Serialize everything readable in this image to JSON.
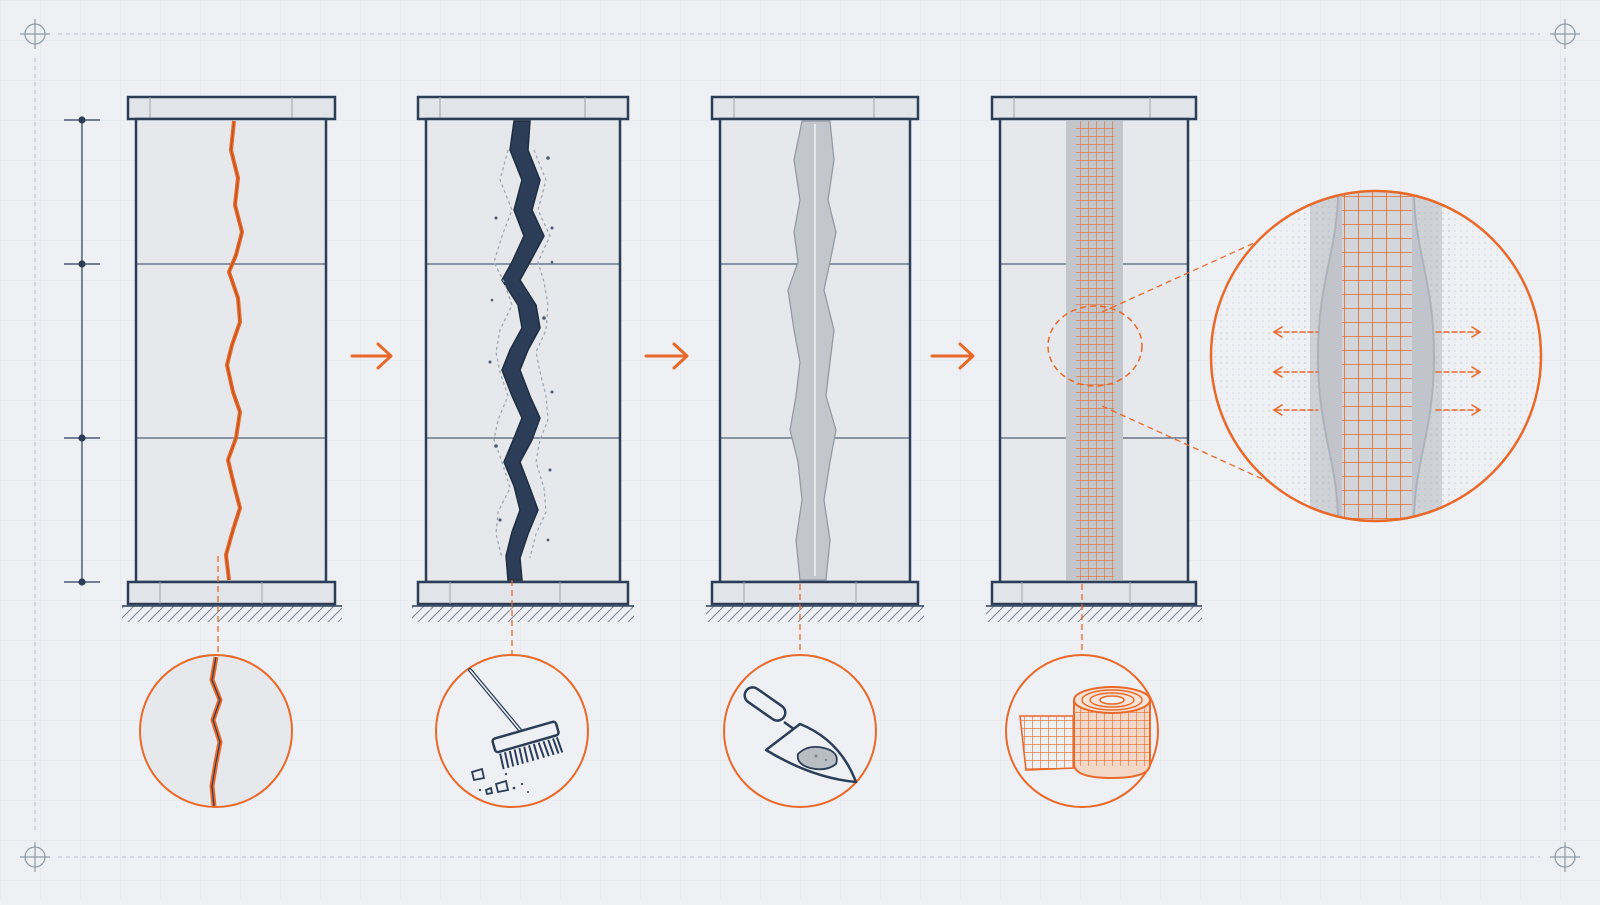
{
  "diagram": {
    "kind": "crack-repair-sequence",
    "colors": {
      "background": "#eef0f3",
      "grid": "#dfe3e9",
      "ink": "#2c3e57",
      "accent": "#e8692a",
      "wall_fill": "#e6e8eb",
      "filler": "#c3c7cc",
      "guide": "#b4bdc9"
    },
    "steps": [
      {
        "id": "crack",
        "detail_icon": "crack-detail-icon"
      },
      {
        "id": "clean",
        "detail_icon": "brush-icon"
      },
      {
        "id": "fill",
        "detail_icon": "trowel-icon"
      },
      {
        "id": "reinforce",
        "detail_icon": "mesh-roll-icon"
      }
    ],
    "arrows": [
      "arrow-right-icon",
      "arrow-right-icon",
      "arrow-right-icon"
    ],
    "zoom_detail": {
      "icon": "mesh-zoom-icon",
      "tension_arrows": 3
    }
  }
}
